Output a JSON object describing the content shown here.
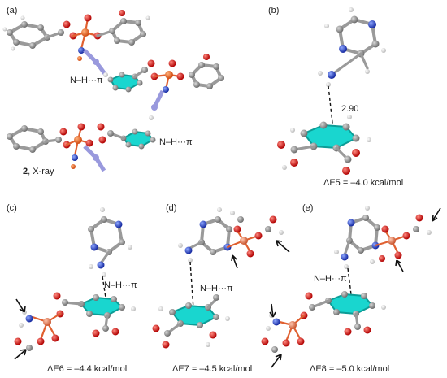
{
  "panels": {
    "a": {
      "tag": "(a)",
      "contact1": "N–H···π",
      "contact2": "N–H···π",
      "compound": "2",
      "method": ", X-ray"
    },
    "b": {
      "tag": "(b)",
      "distance": "2.90",
      "energy_label": "ΔE5 = –4.0 kcal/mol"
    },
    "c": {
      "tag": "(c)",
      "contact": "N–H···π",
      "energy_label": "ΔE6 = –4.4 kcal/mol"
    },
    "d": {
      "tag": "(d)",
      "contact": "N–H···π",
      "energy_label": "ΔE7 = –4.5 kcal/mol"
    },
    "e": {
      "tag": "(e)",
      "contact": "N–H···π",
      "energy_label": "ΔE8 = –5.0 kcal/mol"
    }
  },
  "colors": {
    "carbon": "#8c8c8c",
    "hydrogen": "#f2f2f2",
    "oxygen": "#e0201a",
    "nitrogen": "#1f3fcc",
    "copper": "#e8896a",
    "ring_highlight": "#19d6cf",
    "contact_line": "#111111"
  }
}
